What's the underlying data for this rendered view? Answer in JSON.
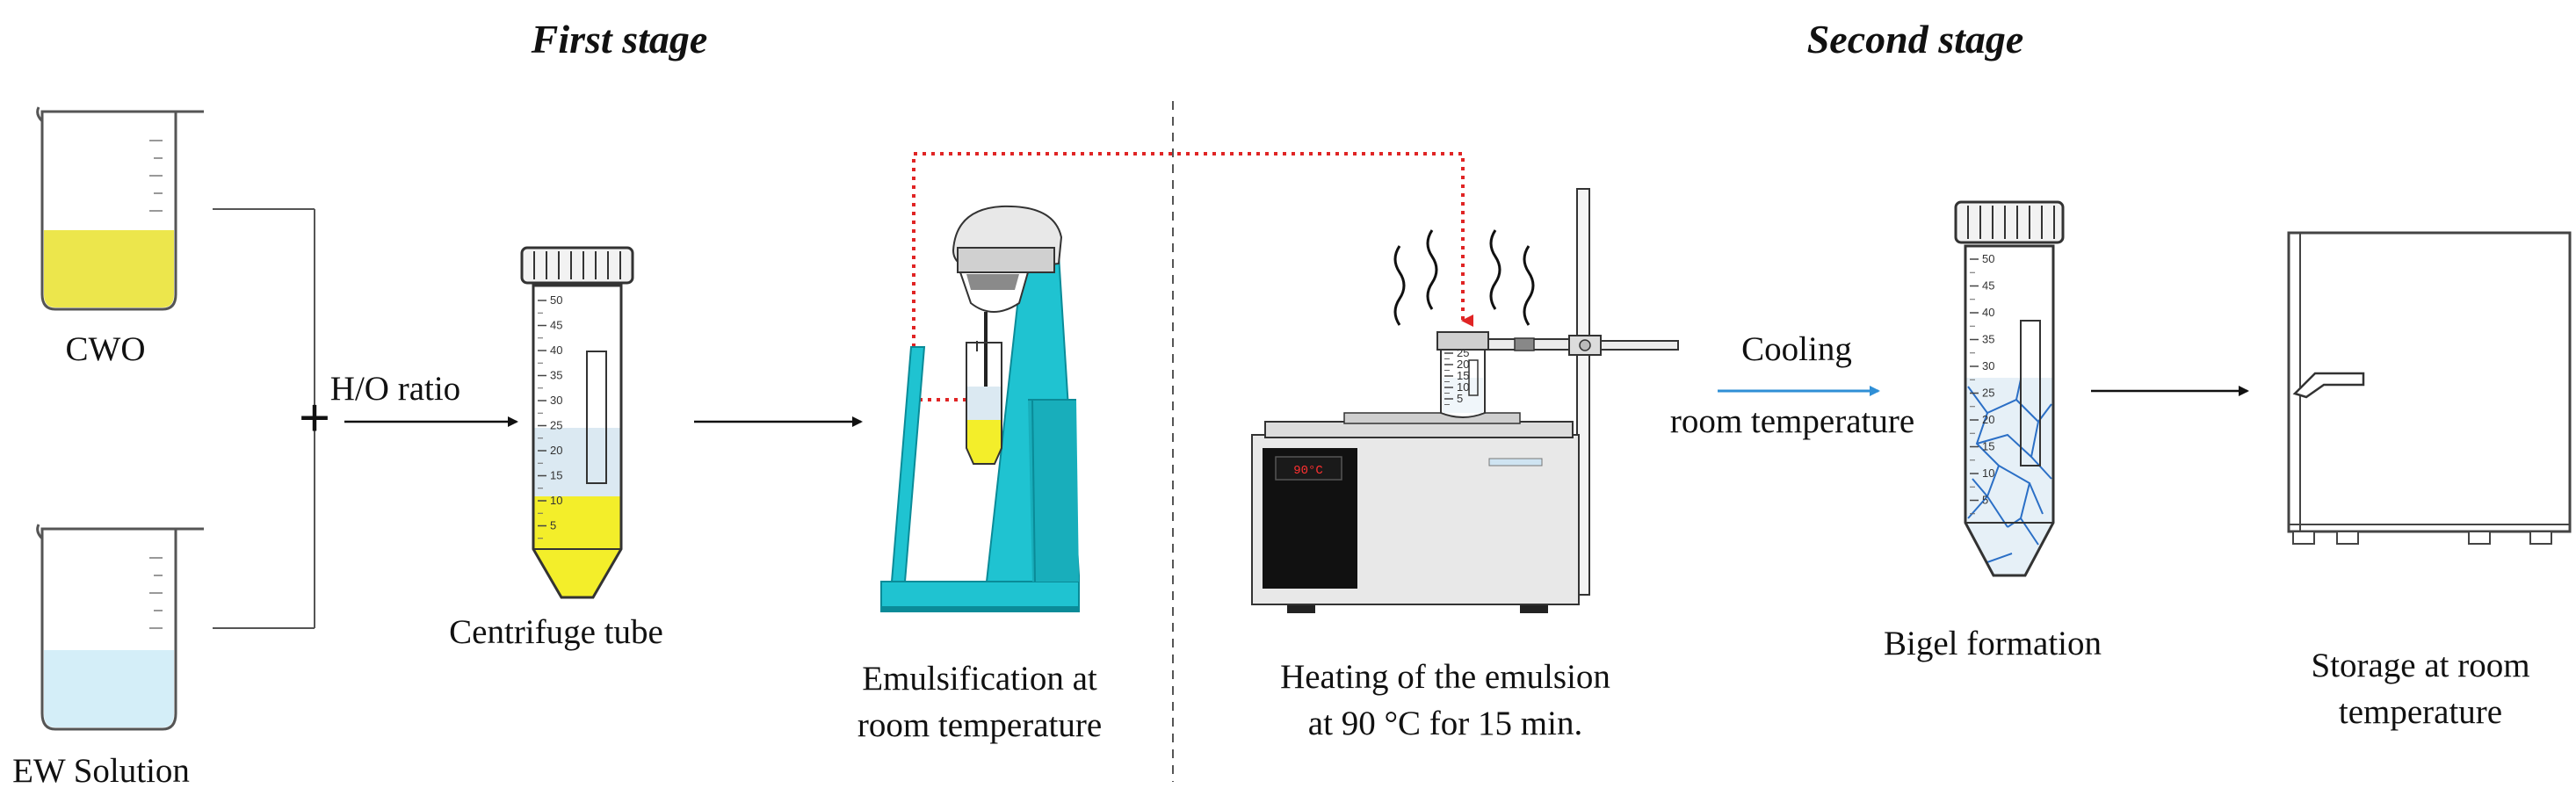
{
  "stages": {
    "first": "First stage",
    "second": "Second stage"
  },
  "inputs": {
    "oil_label": "CWO",
    "water_label": "EW Solution",
    "ratio_label": "H/O ratio",
    "plus_symbol": "+"
  },
  "steps": {
    "tube": [
      "Centrifuge tube"
    ],
    "emulsification": [
      "Emulsification at",
      "room temperature"
    ],
    "heating": [
      "Heating of the emulsion",
      "at 90 °C for 15 min."
    ],
    "cooling": [
      "Cooling",
      "room temperature"
    ],
    "bigel": [
      "Bigel formation"
    ],
    "storage": [
      "Storage at room",
      "temperature"
    ]
  },
  "tube_scale": [
    "50",
    "45",
    "40",
    "35",
    "30",
    "25",
    "20",
    "15",
    "10",
    "5"
  ],
  "small_tube_scale": [
    "25",
    "20",
    "15",
    "10",
    "5"
  ],
  "hotplate_display": "90°C",
  "colors": {
    "oil": "#f3ee2a",
    "oil_beaker": "#ece64c",
    "water": "#d4eef8",
    "mixer": "#1fc3d1",
    "mixer_dark": "#0a8b98",
    "dotted_path": "#e02424",
    "cooling_arrow": "#2f8fd6",
    "gel_lines": "#2b6fc6"
  }
}
